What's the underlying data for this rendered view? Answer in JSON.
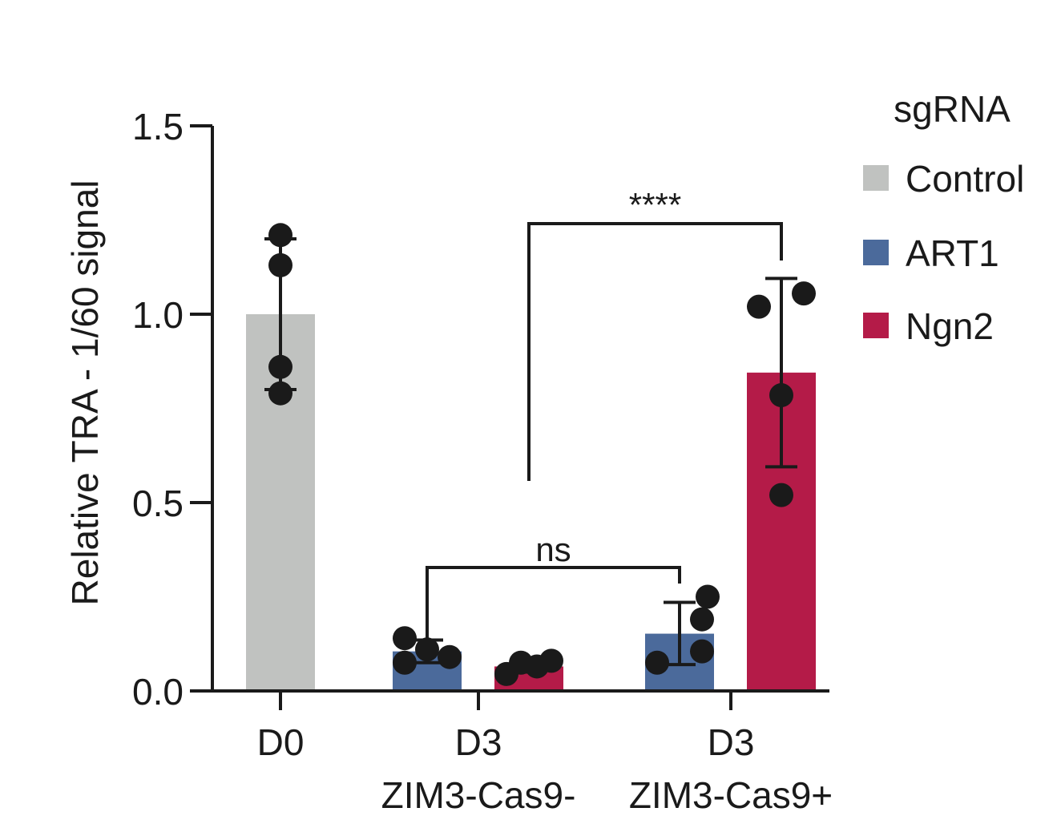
{
  "chart_data": {
    "type": "bar",
    "ylabel": "Relative TRA - 1/60 signal",
    "ylim": [
      0,
      1.5
    ],
    "yticks": [
      "0.0",
      "0.5",
      "1.0",
      "1.5"
    ],
    "ytick_values": [
      0,
      0.5,
      1.0,
      1.5
    ],
    "groups": [
      {
        "line1": "D0",
        "line2": ""
      },
      {
        "line1": "D3",
        "line2": "ZIM3-Cas9-"
      },
      {
        "line1": "D3",
        "line2": "ZIM3-Cas9+"
      }
    ],
    "legend": {
      "title": "sgRNA",
      "position": "right",
      "items": [
        {
          "label": "Control",
          "color": "#c0c2c0"
        },
        {
          "label": "ART1",
          "color": "#4b6a9b"
        },
        {
          "label": "Ngn2",
          "color": "#b41b48"
        }
      ]
    },
    "bars": [
      {
        "group": 0,
        "sgRNA": "Control",
        "value": 1.0,
        "err_low": 0.8,
        "err_high": 1.2,
        "points": [
          1.21,
          1.13,
          0.86,
          0.79
        ]
      },
      {
        "group": 1,
        "sgRNA": "ART1",
        "value": 0.105,
        "err_low": 0.075,
        "err_high": 0.135,
        "points": [
          0.14,
          0.11,
          0.09,
          0.075
        ]
      },
      {
        "group": 1,
        "sgRNA": "Ngn2",
        "value": 0.065,
        "err_low": 0.05,
        "err_high": 0.08,
        "points": [
          0.045,
          0.075,
          0.08,
          0.065
        ]
      },
      {
        "group": 2,
        "sgRNA": "ART1",
        "value": 0.152,
        "err_low": 0.07,
        "err_high": 0.235,
        "points": [
          0.075,
          0.19,
          0.25,
          0.105
        ]
      },
      {
        "group": 2,
        "sgRNA": "Ngn2",
        "value": 0.845,
        "err_low": 0.595,
        "err_high": 1.095,
        "points": [
          1.02,
          0.785,
          0.52,
          1.055
        ]
      }
    ],
    "annotations": [
      {
        "text": "ns",
        "from_bar": 1,
        "to_bar": 3
      },
      {
        "text": "****",
        "from_bar": 2,
        "to_bar": 4
      }
    ]
  }
}
